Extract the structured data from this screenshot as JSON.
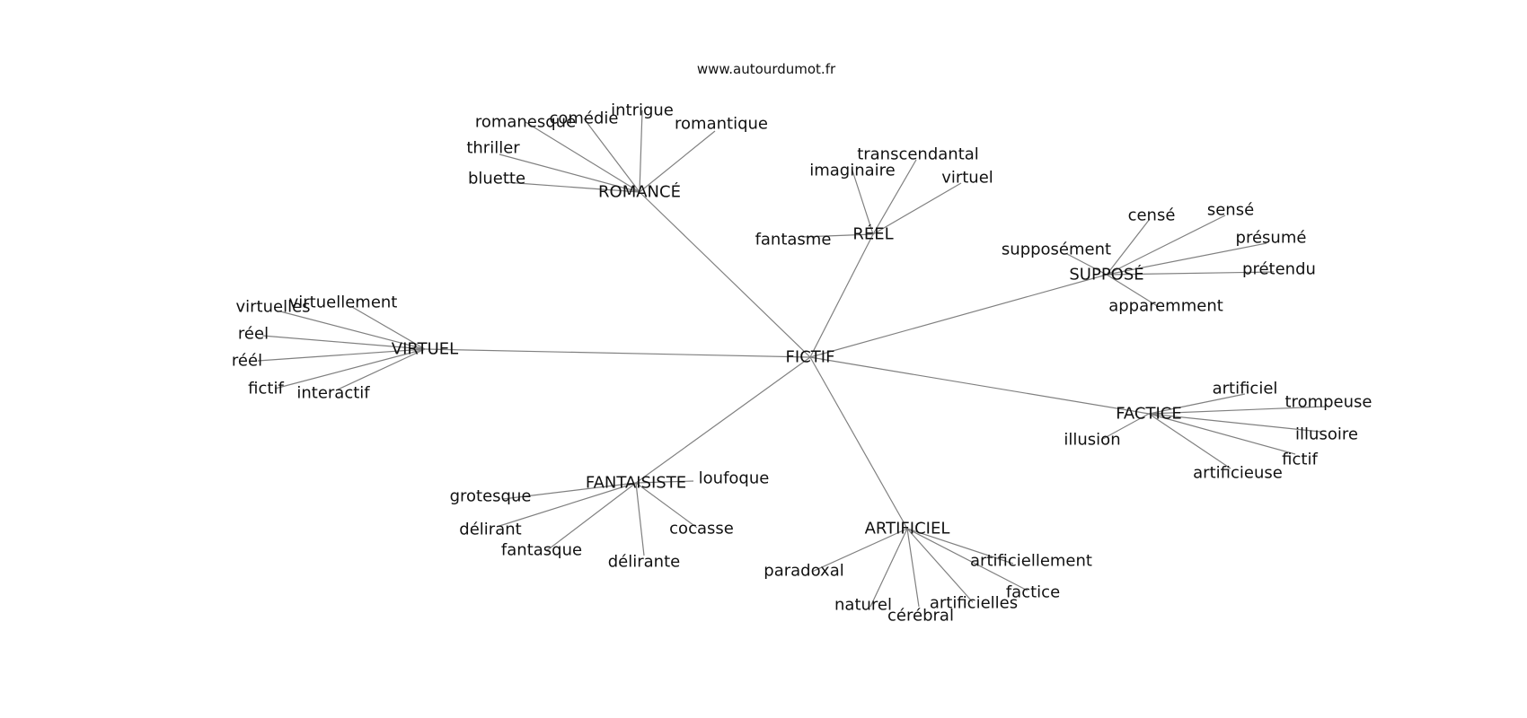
{
  "source": "www.autourdumot.fr",
  "center": "FICTIF",
  "edge_color": "#808080",
  "hubs": [
    {
      "word": "ROMANCÉ",
      "words": [
        "romanesque",
        "comédie",
        "intrigue",
        "romantique",
        "thriller",
        "bluette"
      ]
    },
    {
      "word": "RÉEL",
      "words": [
        "transcendantal",
        "imaginaire",
        "virtuel",
        "fantasme"
      ]
    },
    {
      "word": "SUPPOSÉ",
      "words": [
        "censé",
        "sensé",
        "présumé",
        "supposément",
        "prétendu",
        "apparemment"
      ]
    },
    {
      "word": "VIRTUEL",
      "words": [
        "virtuelles",
        "virtuellement",
        "réel",
        "réél",
        "fictif",
        "interactif"
      ]
    },
    {
      "word": "FACTICE",
      "words": [
        "artificiel",
        "trompeuse",
        "illusion",
        "illusoire",
        "fictif",
        "artificieuse"
      ]
    },
    {
      "word": "FANTAISISTE",
      "words": [
        "loufoque",
        "grotesque",
        "délirant",
        "cocasse",
        "fantasque",
        "délirante"
      ]
    },
    {
      "word": "ARTIFICIEL",
      "words": [
        "artificiellement",
        "paradoxal",
        "factice",
        "naturel",
        "artificielles",
        "cérébral"
      ]
    }
  ]
}
